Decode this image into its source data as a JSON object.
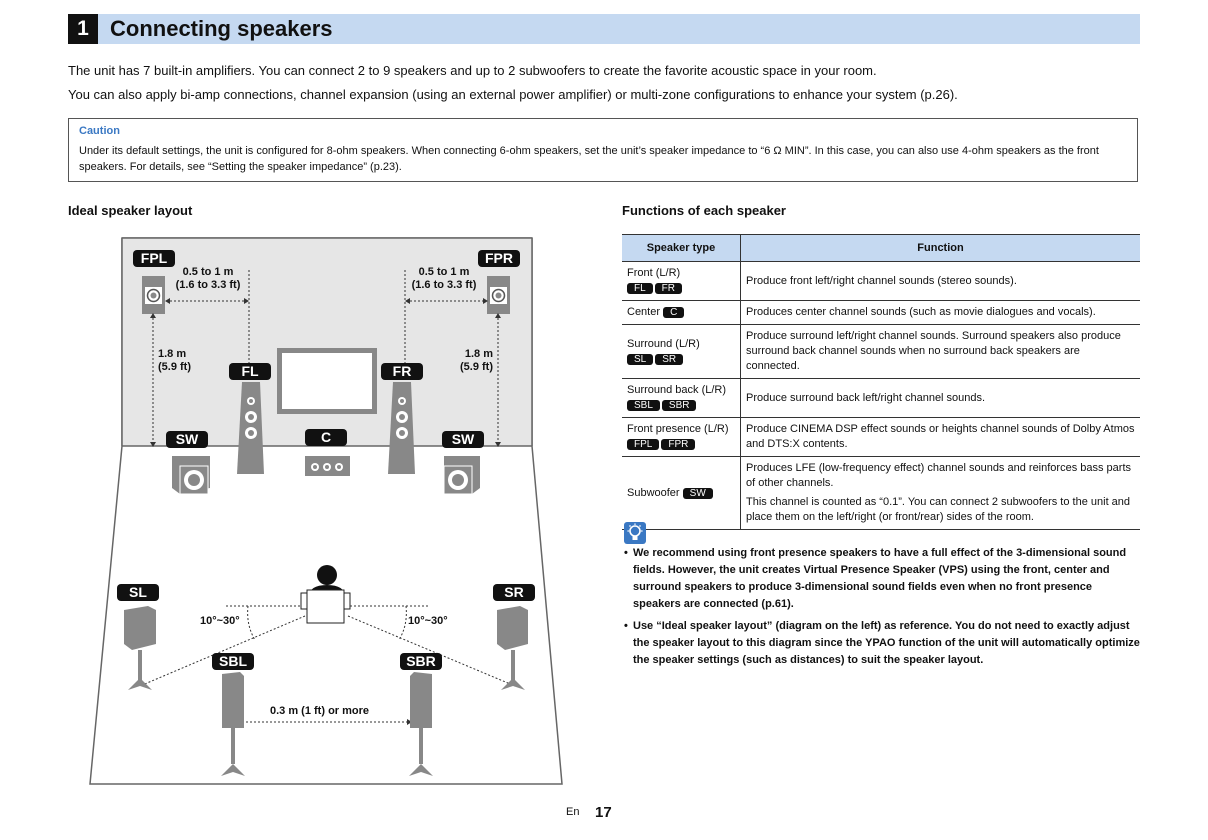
{
  "header": {
    "section_number": "1",
    "title": "Connecting speakers"
  },
  "intro": [
    "The unit has 7 built-in amplifiers. You can connect 2 to 9 speakers and up to 2 subwoofers to create the favorite acoustic space in your room.",
    "You can also apply bi-amp connections, channel expansion (using an external power amplifier) or multi-zone configurations to enhance your system (p.26)."
  ],
  "caution": {
    "heading": "Caution",
    "body": "Under its default settings, the unit is configured for 8-ohm speakers. When connecting 6-ohm speakers, set the unit’s speaker impedance to “6 Ω MIN”. In this case, you can also use 4-ohm speakers as the front speakers. For details, see “Setting the speaker impedance” (p.23)."
  },
  "layout_section": {
    "title": "Ideal speaker layout",
    "labels": {
      "fpl": "FPL",
      "fpr": "FPR",
      "fl": "FL",
      "fr": "FR",
      "c": "C",
      "sw_left": "SW",
      "sw_right": "SW",
      "sl": "SL",
      "sr": "SR",
      "sbl": "SBL",
      "sbr": "SBR"
    },
    "dim_left": "0.5 to 1 m\n(1.6 to 3.3 ft)",
    "dim_right": "0.5 to 1 m\n(1.6 to 3.3 ft)",
    "height_left": "1.8 m\n(5.9 ft)",
    "height_right": "1.8 m\n(5.9 ft)",
    "angle_left": "10°~30°",
    "angle_right": "10°~30°",
    "back_distance": "0.3 m (1 ft) or more"
  },
  "functions_section": {
    "title": "Functions of each speaker",
    "col_type": "Speaker type",
    "col_function": "Function",
    "rows": [
      {
        "type": "Front (L/R)",
        "badges": [
          "FL",
          "FR"
        ],
        "function": [
          "Produce front left/right channel sounds (stereo sounds)."
        ]
      },
      {
        "type": "Center",
        "badges": [
          "C"
        ],
        "function": [
          "Produces center channel sounds (such as movie dialogues and vocals)."
        ]
      },
      {
        "type": "Surround (L/R)",
        "badges": [
          "SL",
          "SR"
        ],
        "function": [
          "Produce surround left/right channel sounds. Surround speakers also produce surround back channel sounds when no surround back speakers are connected."
        ]
      },
      {
        "type": "Surround back (L/R)",
        "badges": [
          "SBL",
          "SBR"
        ],
        "function": [
          "Produce surround back left/right channel sounds."
        ]
      },
      {
        "type": "Front presence (L/R)",
        "badges": [
          "FPL",
          "FPR"
        ],
        "function": [
          "Produce CINEMA DSP effect sounds or heights channel sounds of Dolby Atmos and DTS:X contents."
        ]
      },
      {
        "type": "Subwoofer",
        "badges": [
          "SW"
        ],
        "function": [
          "Produces LFE (low-frequency effect) channel sounds and reinforces bass parts of other channels.",
          "This channel is counted as “0.1”. You can connect 2 subwoofers to the unit and place them on the left/right (or front/rear) sides of the room."
        ]
      }
    ]
  },
  "tips": [
    "We recommend using front presence speakers to have a full effect of the 3-dimensional sound fields. However, the unit creates Virtual Presence Speaker (VPS) using the front, center and surround speakers to produce 3-dimensional sound fields even when no front presence speakers are connected (p.61).",
    "Use “Ideal speaker layout” (diagram on the left) as reference. You do not need to exactly adjust the speaker layout to this diagram since the YPAO function of the unit will automatically optimize the speaker settings (such as distances) to suit the speaker layout."
  ],
  "footer": {
    "lang": "En",
    "page": "17"
  },
  "colors": {
    "header_bg": "#c5d9f1",
    "caution_heading": "#3a78c3",
    "tip_icon": "#3a78c3"
  },
  "icons": [
    "lightbulb-tip-icon",
    "speaker-icon",
    "subwoofer-icon",
    "tv-icon",
    "listener-icon"
  ]
}
